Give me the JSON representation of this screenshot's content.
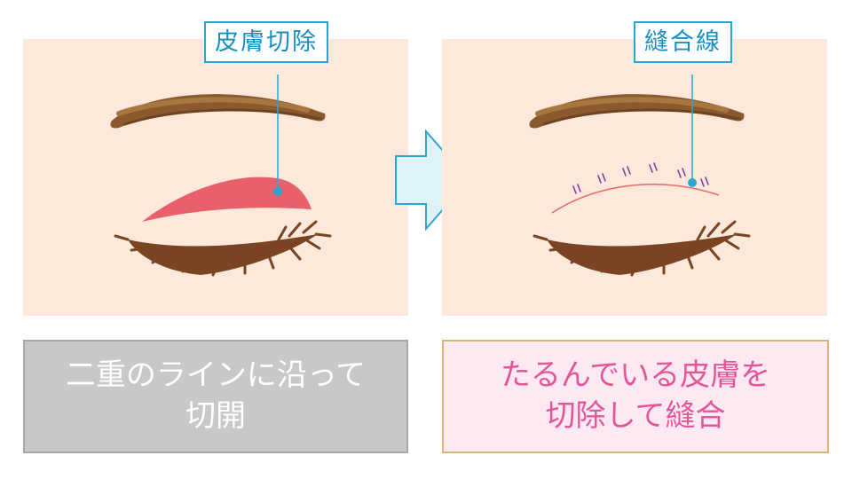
{
  "left": {
    "callout": "皮膚切除",
    "caption_line1": "二重のラインに沿って",
    "caption_line2": "切開"
  },
  "right": {
    "callout": "縫合線",
    "caption_line1": "たるんでいる皮膚を",
    "caption_line2": "切除して縫合"
  },
  "colors": {
    "panel_bg": "#fde8dc",
    "callout_border": "#2aa6cf",
    "callout_text": "#1a8fbf",
    "excised_skin": "#e8606a",
    "suture_line": "#e26b6b",
    "stitch": "#8a3aa0",
    "eyebrow": "#8a5a2e",
    "lashes": "#7a4422",
    "arrow_fill": "#dff2f9",
    "arrow_stroke": "#2aa6cf",
    "caption_left_bg": "#c9c8c8",
    "caption_right_bg": "#fde9f2",
    "caption_right_text": "#e2579a"
  }
}
